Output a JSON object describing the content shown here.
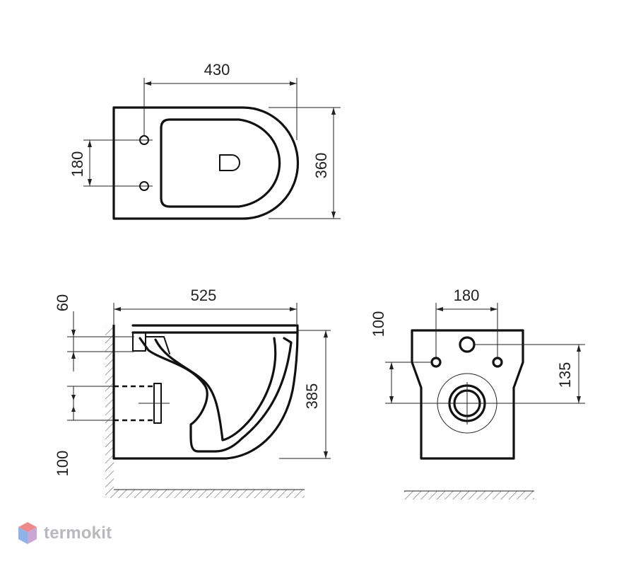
{
  "dimensions": {
    "top_width": "430",
    "top_depth": "360",
    "top_bolt_spacing": "180",
    "side_length": "525",
    "side_height": "385",
    "side_top_offset": "60",
    "side_bottom_offset": "100",
    "front_bolt_spacing": "180",
    "front_top_offset": "100",
    "front_outlet_height": "135"
  },
  "watermark": {
    "text": "termokit",
    "colors": [
      "#f08a8a",
      "#8fb3e8",
      "#c9a6d6"
    ]
  }
}
